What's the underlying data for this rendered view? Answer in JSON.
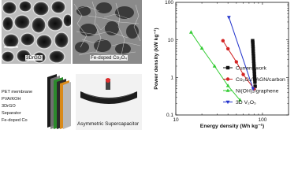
{
  "images": {
    "left_sem": {
      "label": "3DrGO"
    },
    "right_sem": {
      "label": "Fe-doped Co₃O₄"
    },
    "device_stack": {
      "layers": [
        "PET membrane",
        "PVA/KOH",
        "3DrGO",
        "Separator",
        "Fe-doped Co"
      ]
    },
    "device_photo": {
      "label": "Asymmetric Supercapacitor"
    }
  },
  "chart_data": {
    "type": "line",
    "xlabel": "Energy density (Wh kg⁻¹)",
    "ylabel": "Power density (kW kg⁻¹)",
    "xscale": "log",
    "yscale": "log",
    "xlim": [
      10,
      200
    ],
    "ylim": [
      0.1,
      100
    ],
    "x_ticks": [
      {
        "value": 10,
        "label": "10"
      },
      {
        "value": 100,
        "label": "100"
      }
    ],
    "y_ticks": [
      {
        "value": 0.1,
        "label": "0.1"
      },
      {
        "value": 1,
        "label": "1"
      },
      {
        "value": 10,
        "label": "10"
      },
      {
        "value": 100,
        "label": "100"
      }
    ],
    "grid": false,
    "legend_position": "lower-right",
    "series": [
      {
        "name": "Current work",
        "color": "#111111",
        "marker": "square",
        "x": [
          77,
          77.3,
          77.5,
          77.8,
          78,
          78.2,
          78.5,
          78.8,
          79,
          79.3,
          79.6,
          79.9,
          80.2,
          80.5,
          80.8,
          81.1,
          81.5,
          81.9,
          82.3
        ],
        "y": [
          9.5,
          8.6,
          7.6,
          6.7,
          5.8,
          5.0,
          4.3,
          3.7,
          3.2,
          2.7,
          2.3,
          2.0,
          1.7,
          1.45,
          1.25,
          1.05,
          0.9,
          0.75,
          0.58
        ]
      },
      {
        "name": "Co₃O₄/VAGN/carbon",
        "color": "#d32424",
        "marker": "circle",
        "x": [
          35,
          40,
          50,
          60,
          80
        ],
        "y": [
          9.5,
          5.8,
          2.6,
          1.2,
          0.5
        ]
      },
      {
        "name": "Ni(OH)₂/graphene",
        "color": "#33cc33",
        "marker": "triangle-up",
        "x": [
          15,
          20,
          28,
          40,
          55
        ],
        "y": [
          16,
          6,
          2,
          0.6,
          0.25
        ]
      },
      {
        "name": "3D V₂O₅",
        "color": "#2233cc",
        "marker": "triangle-down",
        "x": [
          41,
          78
        ],
        "y": [
          40,
          0.5
        ]
      }
    ]
  }
}
